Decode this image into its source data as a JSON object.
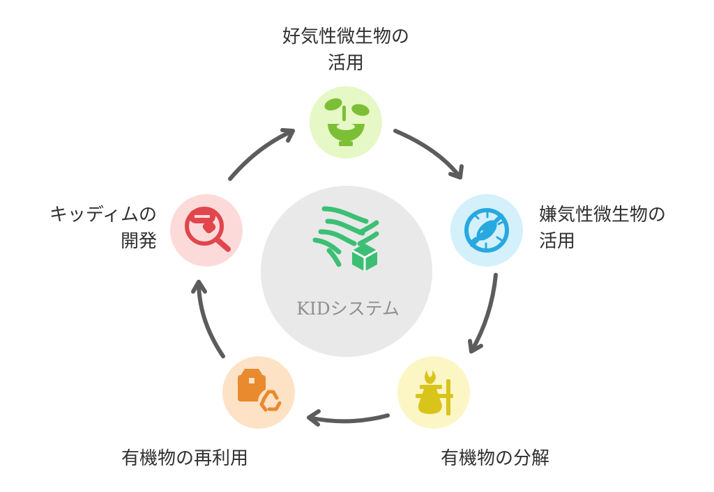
{
  "center": {
    "label": "KIDシステム",
    "fill": "#e9e9e9",
    "icon_color": "#3cbf74",
    "icon": "wind-box-icon"
  },
  "nodes": [
    {
      "id": "aerobic",
      "lines": [
        "好気性微生物の",
        "活用"
      ],
      "fill": "#e6f8c5",
      "icon_color": "#7cbf36",
      "icon": "sprout-bowl-icon"
    },
    {
      "id": "anaerobic",
      "lines": [
        "嫌気性微生物の",
        "活用"
      ],
      "fill": "#d3f0fb",
      "icon_color": "#27a9e0",
      "icon": "no-bacteria-icon"
    },
    {
      "id": "decomposition",
      "lines": [
        "有機物の分解"
      ],
      "fill": "#fbf6c4",
      "icon_color": "#d9c41c",
      "icon": "flask-flame-icon"
    },
    {
      "id": "reuse",
      "lines": [
        "有機物の再利用"
      ],
      "fill": "#fde2c6",
      "icon_color": "#e88a2d",
      "icon": "box-recycle-icon"
    },
    {
      "id": "development",
      "lines": [
        "キッディムの",
        "開発"
      ],
      "fill": "#fddada",
      "icon_color": "#e0464b",
      "icon": "capsule-search-icon"
    }
  ],
  "arrow_color": "#5c5c5c"
}
